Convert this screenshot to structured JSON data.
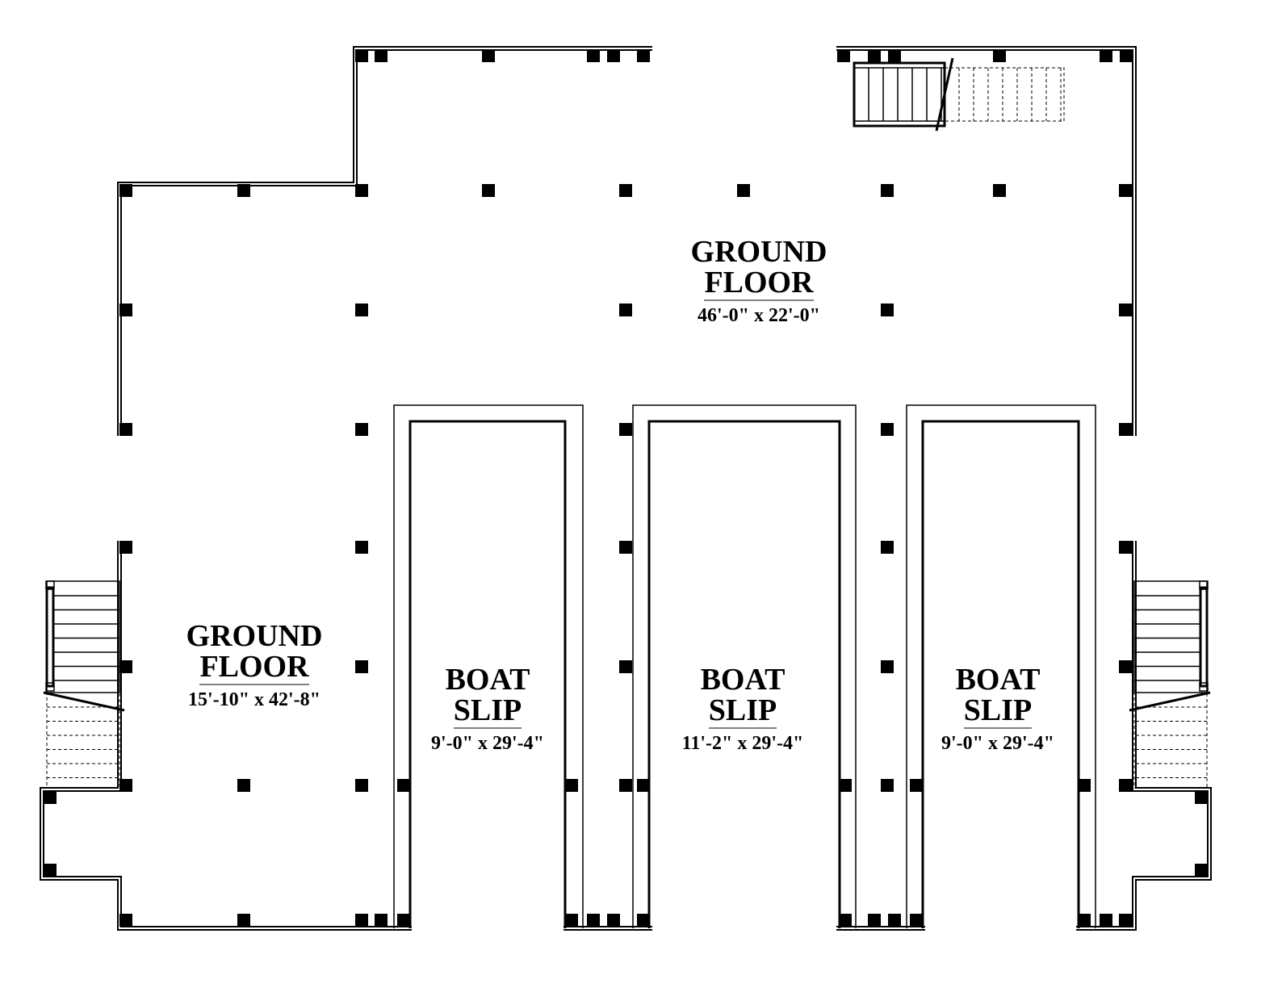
{
  "rooms": [
    {
      "name": "GROUND",
      "name2": "FLOOR",
      "dims": "46'-0\" x 22'-0\""
    },
    {
      "name": "GROUND",
      "name2": "FLOOR",
      "dims": "15'-10\" x 42'-8\""
    },
    {
      "name": "BOAT",
      "name2": "SLIP",
      "dims": "9'-0\" x 29'-4\""
    },
    {
      "name": "BOAT",
      "name2": "SLIP",
      "dims": "11'-2\" x 29'-4\""
    },
    {
      "name": "BOAT",
      "name2": "SLIP",
      "dims": "9'-0\" x 29'-4\""
    }
  ],
  "colors": {
    "line": "#000000",
    "background": "#ffffff"
  }
}
